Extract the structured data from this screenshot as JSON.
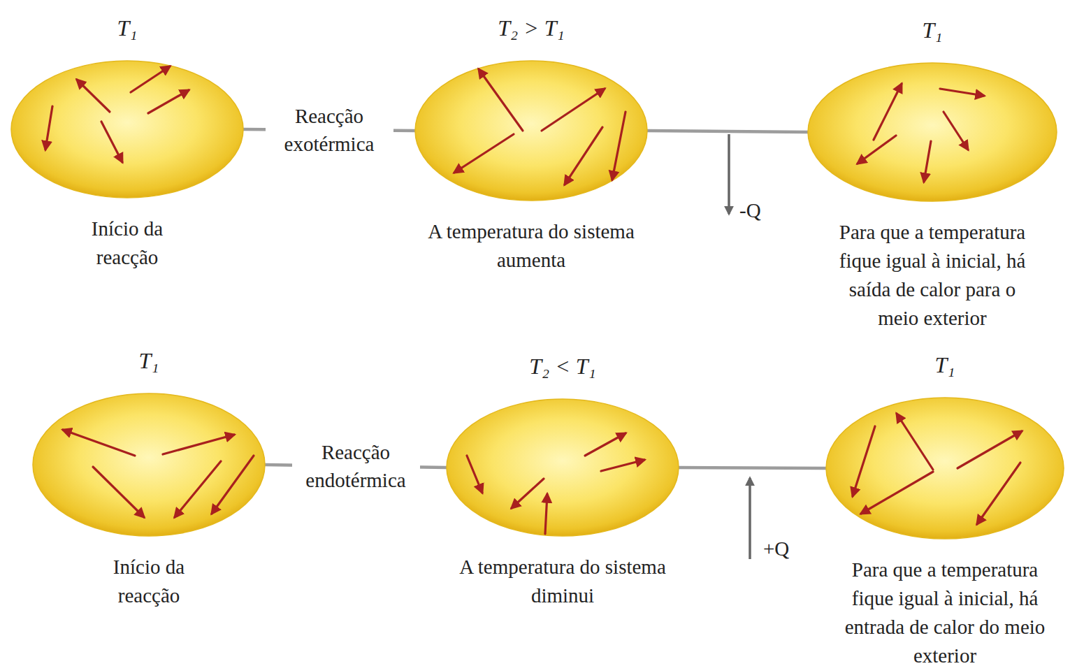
{
  "diagram": {
    "nodes": [
      {
        "text": [
          "T₁",
          "Início da reacção"
        ]
      },
      {
        "text": [
          "T₂ > T₁",
          "A temperatura do sistema aumenta"
        ]
      },
      {
        "text": [
          "T₁",
          "Para que a temperatura fique igual à inicial, há saída de calor para o meio exterior"
        ]
      },
      {
        "text": [
          "T₁",
          "Início da reacção"
        ]
      },
      {
        "text": [
          "T₂ < T₁",
          "A temperatura do sistema diminui"
        ]
      },
      {
        "text": [
          "T₁",
          "Para que a temperatura fique igual à inicial, há entrada de calor do meio exterior"
        ]
      }
    ],
    "edges": [
      {
        "from": 0,
        "to": 1,
        "arrow": "none",
        "label": "Reacção exotérmica"
      },
      {
        "from": 1,
        "to": 2,
        "arrow": "none"
      },
      {
        "from": 3,
        "to": 4,
        "arrow": "none",
        "label": "Reacção endotérmica"
      },
      {
        "from": 4,
        "to": 5,
        "arrow": "none"
      }
    ],
    "labels": [
      "-Q",
      "+Q"
    ]
  }
}
